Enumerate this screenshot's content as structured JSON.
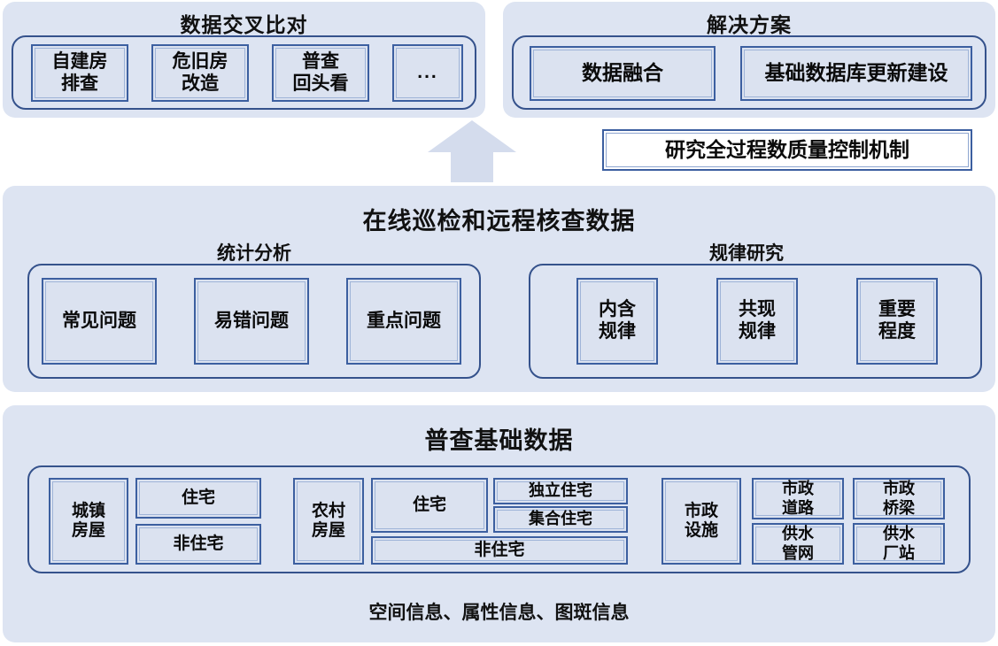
{
  "top_left": {
    "title": "数据交叉比对",
    "items": [
      {
        "label": "自建房\n排查"
      },
      {
        "label": "危旧房\n改造"
      },
      {
        "label": "普查\n回头看"
      },
      {
        "label": "..."
      }
    ]
  },
  "top_right": {
    "title": "解决方案",
    "items": [
      {
        "label": "数据融合"
      },
      {
        "label": "基础数据库更新建设"
      }
    ],
    "quality_box": "研究全过程数质量控制机制"
  },
  "middle": {
    "title": "在线巡检和远程核查数据",
    "groups": [
      {
        "label": "统计分析",
        "items": [
          {
            "label": "常见问题"
          },
          {
            "label": "易错问题"
          },
          {
            "label": "重点问题"
          }
        ]
      },
      {
        "label": "规律研究",
        "items": [
          {
            "label": "内含\n规律"
          },
          {
            "label": "共现\n规律"
          },
          {
            "label": "重要\n程度"
          }
        ]
      }
    ]
  },
  "bottom": {
    "title": "普查基础数据",
    "caption": "空间信息、属性信息、图斑信息",
    "urban": {
      "root": "城镇\n房屋",
      "children": [
        {
          "label": "住宅"
        },
        {
          "label": "非住宅"
        }
      ]
    },
    "rural": {
      "root": "农村\n房屋",
      "residential": "住宅",
      "residential_children": [
        {
          "label": "独立住宅"
        },
        {
          "label": "集合住宅"
        }
      ],
      "non_residential": "非住宅"
    },
    "municipal": {
      "root": "市政\n设施",
      "children": [
        {
          "label": "市政\n道路"
        },
        {
          "label": "市政\n桥梁"
        },
        {
          "label": "供水\n管网"
        },
        {
          "label": "供水\n厂站"
        }
      ]
    }
  },
  "arrow": {
    "name": "up-arrow"
  },
  "colors": {
    "panel_fill": "#dde4f2",
    "box_fill": "#dbe2f0",
    "box_stroke": "#3c5fa0",
    "group_stroke": "#35528c",
    "white_fill": "#ffffff",
    "arrow_fill": "#d4dced"
  }
}
